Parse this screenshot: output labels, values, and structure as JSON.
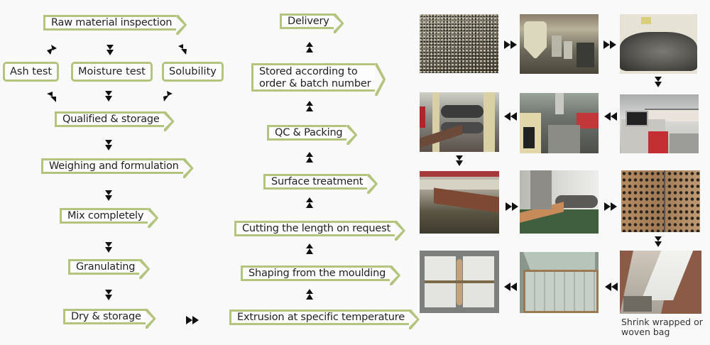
{
  "left_column": {
    "raw_material": "Raw material inspection",
    "tests": [
      "Ash test",
      "Moisture test",
      "Solubility"
    ],
    "steps": [
      "Qualified & storage",
      "Weighing and formulation",
      "Mix completely",
      "Granulating",
      "Dry & storage"
    ]
  },
  "middle_column": {
    "steps_bottom_to_top": [
      "Extrusion at specific temperature",
      "Shaping from the moulding",
      "Cutting the length on request",
      "Surface treatment",
      "QC & Packing",
      "Stored according to order & batch number",
      "Delivery"
    ],
    "stored_line1": "Stored according to",
    "stored_line2": "order & batch number"
  },
  "photos": [
    {
      "id": "granules",
      "subject": "raw material granules"
    },
    {
      "id": "mixing-silos",
      "subject": "mixing silos in factory"
    },
    {
      "id": "powder-bag",
      "subject": "mixed powder in bulk bag"
    },
    {
      "id": "extruder-control",
      "subject": "extruder with control panel"
    },
    {
      "id": "extrusion-line",
      "subject": "extrusion line"
    },
    {
      "id": "haul-off",
      "subject": "haul-off rollers with board"
    },
    {
      "id": "cooling-tank",
      "subject": "cooling tank"
    },
    {
      "id": "sanding",
      "subject": "surface sanding machine"
    },
    {
      "id": "hollow-boards",
      "subject": "stacked hollow boards"
    },
    {
      "id": "wrapped-boards",
      "subject": "shrink wrapped boards"
    },
    {
      "id": "pallet",
      "subject": "wrapped pallet"
    },
    {
      "id": "container",
      "subject": "loaded container"
    }
  ],
  "caption": {
    "line1": "Shrink wrapped or",
    "line2": "woven bag"
  },
  "colors": {
    "border": "#b3c47d",
    "arrow": "#111111",
    "background": "#f9f9f9"
  }
}
